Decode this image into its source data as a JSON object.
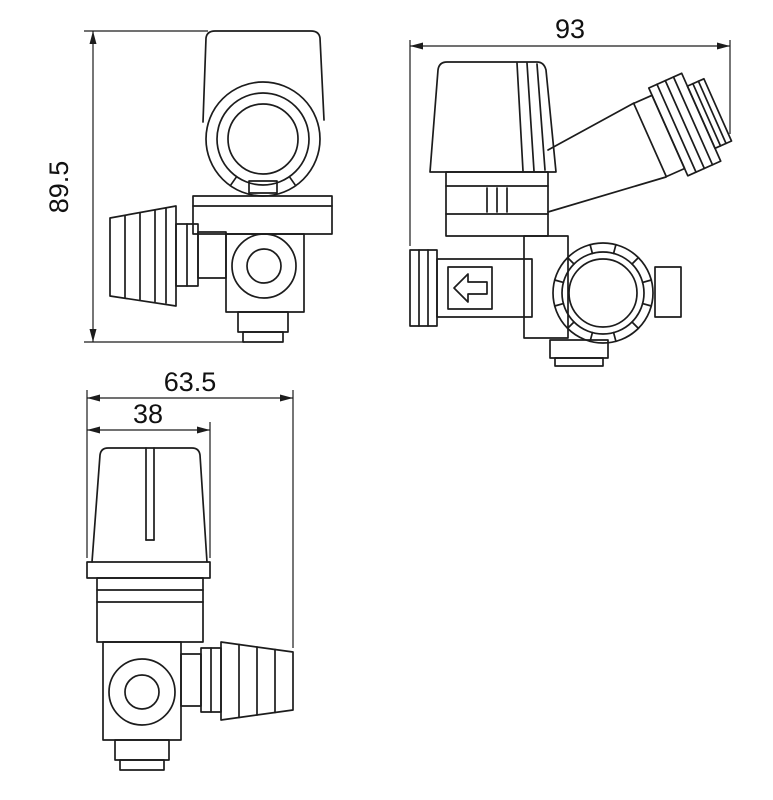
{
  "colors": {
    "background": "#ffffff",
    "line": "#1c1c1c",
    "text": "#111111"
  },
  "dimensions": {
    "overall_height": "89.5",
    "overall_width": "93",
    "base_width": "63.5",
    "knob_width": "38"
  },
  "icons": {
    "flow_direction_arrow": "left-outline-arrow"
  }
}
